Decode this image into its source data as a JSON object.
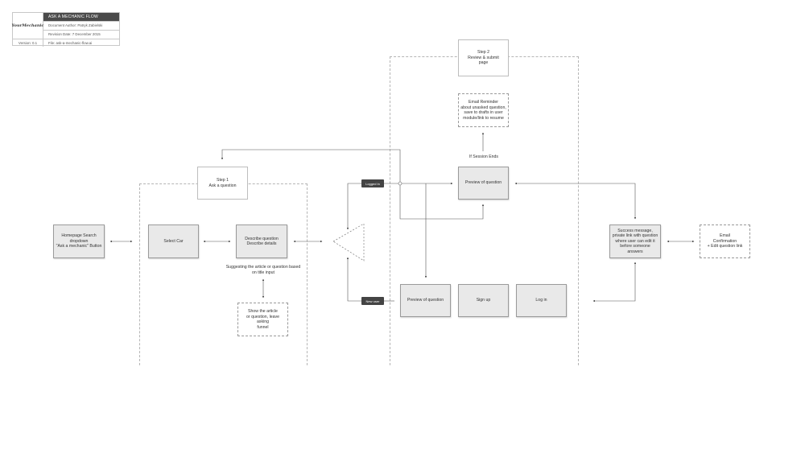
{
  "header": {
    "logo": "YourMechanic",
    "title": "ASK A MECHANIC FLOW",
    "author": "Document Author: Patryk Zabielski",
    "revision": "Revision Date: 7 December 2015",
    "version": "Version: 0.1",
    "file": "File: ask-a-mechanic-flow.ai"
  },
  "steps": {
    "step1": "Step 1\nAsk a question",
    "step2": "Step 2\nReview & submit\npage"
  },
  "nodes": {
    "homepage": "Homepage Search\ndropdown\n\"Ask a mechanic\" Button",
    "select_car": "Select Car",
    "describe": "Describe question\nDescribe details",
    "suggesting": "Suggesting the article\nor question based on title input",
    "show_article": "Show the article\nor question, leave asking\nfunnel",
    "email_reminder": "Email Reminder\nabout unasked question,\nsave to drafts in user\nmodule/link to resume",
    "if_session_ends": "If Session Ends",
    "preview_top": "Preview of question",
    "preview_bottom": "Preview of question",
    "sign_up": "Sign up",
    "log_in": "Log in",
    "success": "Success message,\nprivate link with question\nwhere user can edit it\nbefore someone answers",
    "email_confirm": "Email\nConfirmation\n+ Edit question link"
  },
  "decisions": {
    "logged_in": "Logged In",
    "new_user": "New user"
  }
}
